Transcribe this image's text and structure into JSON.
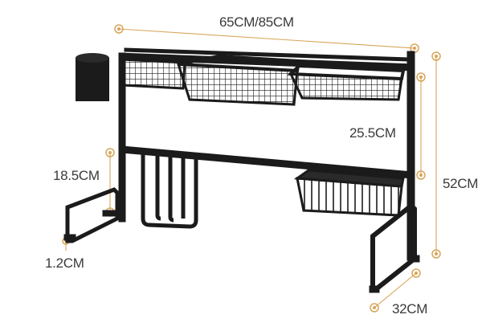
{
  "product": {
    "description_hidden": "",
    "frame_color": "#1b1b1b",
    "dimension_color": "#d9a65a"
  },
  "dimensions": {
    "width": "65CM/85CM",
    "shelf_gap": "25.5CM",
    "height": "52CM",
    "lower_height": "18.5CM",
    "foot": "1.2CM",
    "depth": "32CM"
  }
}
